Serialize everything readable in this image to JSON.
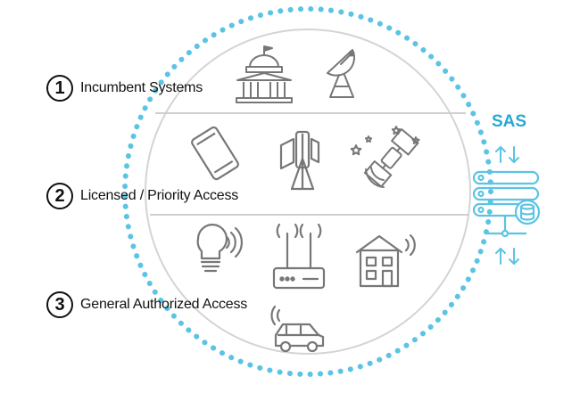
{
  "tiers": [
    {
      "number": "1",
      "label": "Incumbent Systems",
      "icons": [
        "capitol-building-icon",
        "satellite-dish-icon"
      ]
    },
    {
      "number": "2",
      "label": "Licensed / Priority Access",
      "icons": [
        "smartphone-icon",
        "cell-tower-icon",
        "satellite-icon"
      ]
    },
    {
      "number": "3",
      "label": "General Authorized Access",
      "icons": [
        "smart-bulb-icon",
        "wifi-router-icon",
        "smart-home-icon",
        "connected-car-icon"
      ]
    }
  ],
  "sas": {
    "label": "SAS",
    "icons": [
      "arrows-up-down-icon",
      "server-database-icon",
      "arrows-up-down-icon"
    ]
  },
  "colors": {
    "accent": "#5bc3e4",
    "sas_text": "#29a8d6",
    "icon_gray": "#777777",
    "circle_border": "#d4d4d4",
    "text": "#111111"
  }
}
